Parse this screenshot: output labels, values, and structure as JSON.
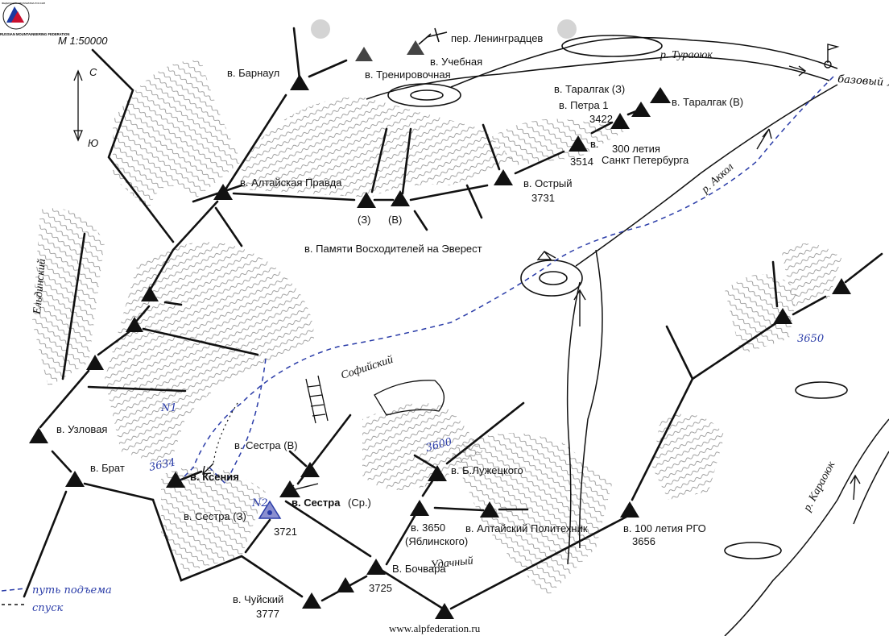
{
  "scale": "М 1:50000",
  "compass": {
    "north": "С",
    "south": "Ю"
  },
  "logo": {
    "text": "RUSSIAN MOUNTAINEERING FEDERATION",
    "arc_text": "ФЕДЕРАЦИЯ АЛЬПИНИЗМА РОССИИ"
  },
  "colors": {
    "ink": "#111111",
    "route_blue": "#2a3ca8",
    "paper": "#ffffff"
  },
  "peaks": [
    {
      "id": "barnaul",
      "name": "в. Барнаул"
    },
    {
      "id": "trenirovochnaya",
      "name": "в. Тренировочная"
    },
    {
      "id": "uchebnaya",
      "name": "в. Учебная"
    },
    {
      "id": "taralgak-z",
      "name": "в. Таралгак (З)"
    },
    {
      "id": "petra1",
      "name": "в. Петра 1",
      "height": "3422"
    },
    {
      "id": "taralgak-v",
      "name": "в. Таралгак (В)"
    },
    {
      "id": "300-spb",
      "name": "в.",
      "name2": "300 летия",
      "name3": "Санкт Петербурга",
      "height": "3514"
    },
    {
      "id": "altaiskaya-pravda",
      "name": "в. Алтайская Правда"
    },
    {
      "id": "ostry",
      "name": "в. Острый",
      "height": "3731"
    },
    {
      "id": "pamyati-z",
      "name": "(З)"
    },
    {
      "id": "pamyati-v",
      "name": "(В)"
    },
    {
      "id": "pamyati",
      "name": "в. Памяти Восходителей на Эверест"
    },
    {
      "id": "uzlovaya",
      "name": "в. Узловая"
    },
    {
      "id": "brat",
      "name": "в. Брат"
    },
    {
      "id": "ksenia",
      "name": "в. Ксения"
    },
    {
      "id": "sestra-v",
      "name": "в. Сестра (В)"
    },
    {
      "id": "sestra-sr",
      "name": "в. Сестра",
      "name2": "(Ср.)",
      "height": "3721"
    },
    {
      "id": "sestra-z",
      "name": "в. Сестра (З)"
    },
    {
      "id": "luzhetskogo",
      "name": "в. Б.Лужецкого"
    },
    {
      "id": "3650-yablinskogo",
      "name": "в. 3650",
      "name2": "(Яблинского)"
    },
    {
      "id": "altai-politekhnik",
      "name": "в. Алтайский Политехник"
    },
    {
      "id": "100-rgo",
      "name": "в. 100 летия РГО",
      "height": "3656"
    },
    {
      "id": "bochvara",
      "name": "В. Бочвара",
      "height": "3725"
    },
    {
      "id": "chuisky",
      "name": "в. Чуйский",
      "height": "3777"
    }
  ],
  "passes": [
    {
      "name": "пер. Ленинградцев"
    }
  ],
  "rivers": [
    {
      "name": "р. Тураоюк"
    },
    {
      "name": "р. Аккол"
    },
    {
      "name": "р. Караоюк"
    }
  ],
  "glaciers": [
    {
      "name": "Софийский"
    },
    {
      "name": "Ельдинский"
    },
    {
      "name": "Удачный"
    }
  ],
  "camp": {
    "name": "базовый лагерь"
  },
  "handwritten": {
    "n1": "N1",
    "n2": "N2",
    "h3634": "3634",
    "h3600": "3600",
    "h3650": "3650"
  },
  "legend": {
    "ascent": "путь подъема",
    "descent": "спуск"
  },
  "website": "www.alpfederation.ru"
}
